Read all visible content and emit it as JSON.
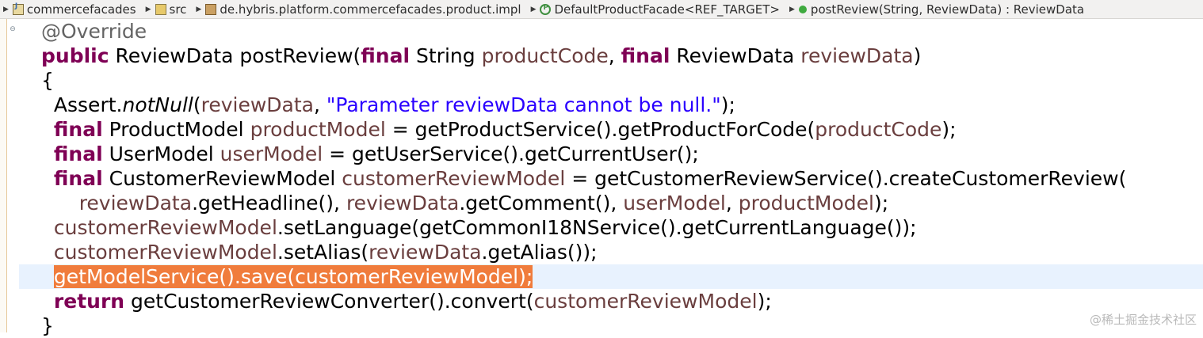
{
  "breadcrumb": [
    {
      "label": "commercefacades",
      "icon": "java-project-icon"
    },
    {
      "label": "src",
      "icon": "source-folder-icon"
    },
    {
      "label": "de.hybris.platform.commercefacades.product.impl",
      "icon": "package-icon"
    },
    {
      "label": "DefaultProductFacade<REF_TARGET>",
      "icon": "class-icon"
    },
    {
      "label": "postReview(String, ReviewData) : ReviewData",
      "icon": "method-icon"
    }
  ],
  "code": {
    "l1_annotation": "@Override",
    "kw_public": "public",
    "l2_type": " ReviewData postReview(",
    "kw_final": "final",
    "l2_string": " String ",
    "p_productCode": "productCode",
    "l2_comma": ", ",
    "l2_reviewdata": " ReviewData ",
    "p_reviewData": "reviewData",
    "l2_close": ")",
    "l3_brace": "{",
    "l4_assert": "Assert.",
    "l4_notnull": "notNull",
    "l4_paren": "(",
    "l4_comma": ", ",
    "l4_string": "\"Parameter reviewData cannot be null.\"",
    "l4_end": ");",
    "l5_type": " ProductModel ",
    "v_productModel": "productModel",
    "l5_rest": " = getProductService().getProductForCode(",
    "l5_end": ");",
    "l6_type": " UserModel ",
    "v_userModel": "userModel",
    "l6_rest": " = getUserService().getCurrentUser();",
    "l7_type": " CustomerReviewModel ",
    "v_customerReviewModel": "customerReviewModel",
    "l7_rest": " = getCustomerReviewService().createCustomerReview(",
    "l8_headline": ".getHeadline(), ",
    "l8_comment": ".getComment(), ",
    "l8_sep": ", ",
    "l8_end": ");",
    "l9_rest": ".setLanguage(getCommonI18NService().getCurrentLanguage());",
    "l10_rest": ".setAlias(",
    "l10_alias": ".getAlias());",
    "l11_selected": "getModelService().save(customerReviewModel);",
    "kw_return": "return",
    "l12_rest": " getCustomerReviewConverter().convert(",
    "l12_end": ");",
    "l13_brace": "}"
  },
  "watermark": "@稀土掘金技术社区"
}
